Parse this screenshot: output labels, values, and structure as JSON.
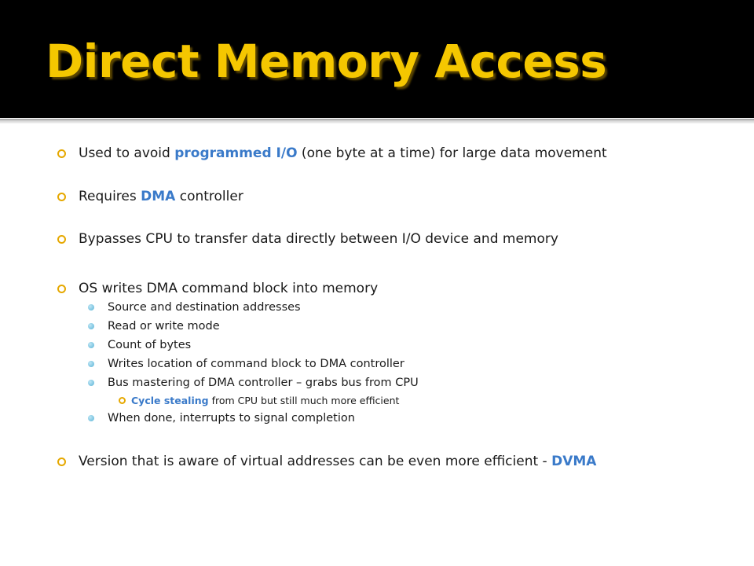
{
  "slide": {
    "title": "Direct Memory Access",
    "colors": {
      "title_bar": "#000000",
      "title_text": "#f5c700",
      "highlight": "#3a7ac9",
      "bullet_ring": "#e6a800",
      "sub_bullet": "#58b3d6"
    },
    "bullets": [
      {
        "before": "Used to avoid ",
        "highlight": "programmed  I/O",
        "after": " (one byte at a time) for large data movement"
      },
      {
        "before": "Requires ",
        "highlight": "DMA",
        "after": " controller"
      },
      {
        "text": "Bypasses CPU to transfer data directly between I/O device and memory"
      },
      {
        "text": "OS writes DMA command block into memory"
      },
      {
        "before": "Version that is aware of virtual addresses can be even more efficient - ",
        "highlight": "DVMA",
        "after": ""
      }
    ],
    "sub_bullets": [
      "Source and destination addresses",
      "Read or write mode",
      "Count of bytes",
      "Writes location of command block to DMA controller",
      "Bus mastering of DMA controller – grabs bus from CPU",
      "When done, interrupts to signal completion"
    ],
    "sub_sub_bullet": {
      "highlight": "Cycle stealing",
      "after": " from CPU but still much more efficient"
    }
  }
}
